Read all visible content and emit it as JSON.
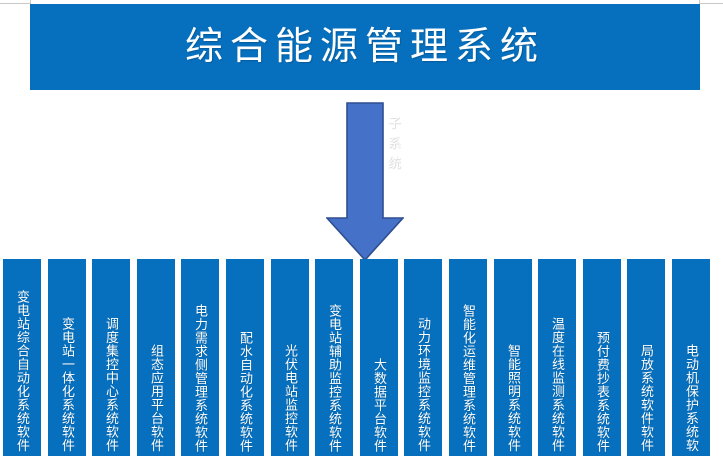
{
  "diagram": {
    "type": "organizational-hierarchy",
    "title": "综合能源管理系统",
    "connector": {
      "label": "子系统",
      "shape": "down-arrow",
      "color": "#4572C8"
    },
    "colors": {
      "title_banner": "#0670BF",
      "box_fill": "#0670BF",
      "arrow_fill": "#4572C8",
      "arrow_stroke": "#2E4E8F",
      "text": "#FFFFFF",
      "background": "#FFFFFF"
    },
    "subsystems": [
      {
        "label": "变电站综合自动化系统软件"
      },
      {
        "label": "变电站一体化系统软件"
      },
      {
        "label": "调度集控中心系统软件"
      },
      {
        "label": "组态应用平台软件"
      },
      {
        "label": "电力需求侧管理系统软件"
      },
      {
        "label": "配水自动化系统软件"
      },
      {
        "label": "光伏电站监控软件"
      },
      {
        "label": "变电站辅助监控系统软件"
      },
      {
        "label": "大数据平台软件"
      },
      {
        "label": "动力环境监控系统软件"
      },
      {
        "label": "智能化运维管理系统软件"
      },
      {
        "label": "智能照明系统软件"
      },
      {
        "label": "温度在线监测系统软件"
      },
      {
        "label": "预付费抄表系统软件"
      },
      {
        "label": "局放系统软件软件"
      },
      {
        "label": "电动机保护系统软"
      }
    ]
  }
}
